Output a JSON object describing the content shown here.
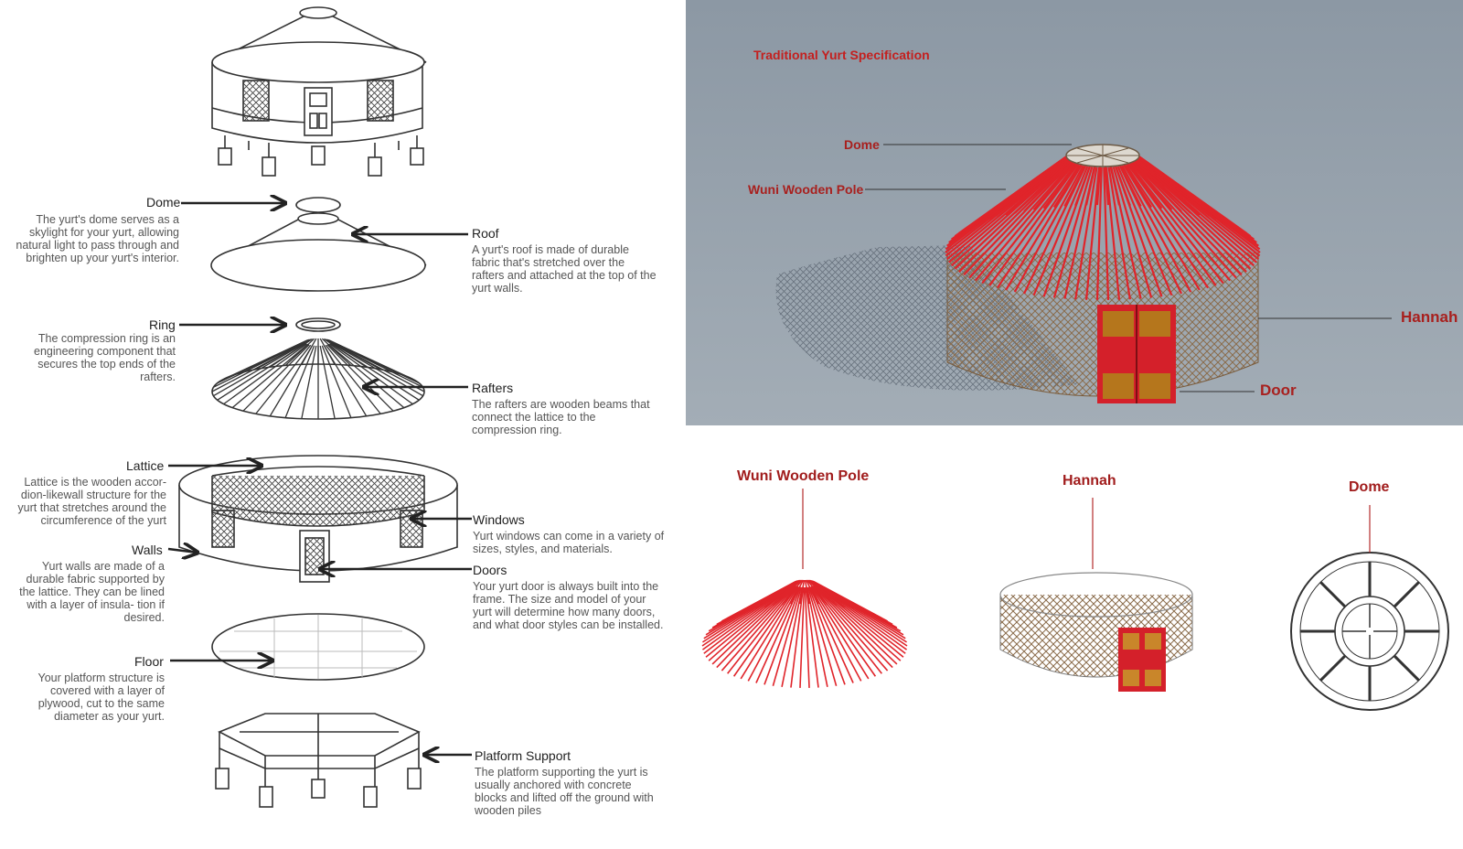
{
  "left_diagram": {
    "parts": [
      {
        "label": "Dome",
        "description": "The yurt's dome serves as a skylight for your yurt, allowing natural light to pass through and brighten up your yurt's interior."
      },
      {
        "label": "Roof",
        "description": "A yurt's roof is made of durable fabric that's stretched over the rafters and attached at the top of the yurt walls."
      },
      {
        "label": "Ring",
        "description": "The compression ring is an engineering component that secures the top ends of the rafters."
      },
      {
        "label": "Rafters",
        "description": "The rafters are wooden beams that connect the lattice to the compression ring."
      },
      {
        "label": "Lattice",
        "description": "Lattice is the wooden accor- dion-likewall structure for the yurt that stretches around the circumference of the yurt"
      },
      {
        "label": "Windows",
        "description": "Yurt windows can come in a variety of sizes, styles, and materials."
      },
      {
        "label": "Walls",
        "description": "Yurt walls are made of a durable fabric supported by the lattice. They can be lined with a layer of insula- tion if desired."
      },
      {
        "label": "Doors",
        "description": "Your yurt door is always built into the frame. The size and model of your yurt will determine how many doors, and what door styles can be installed."
      },
      {
        "label": "Floor",
        "description": "Your platform structure is covered with a layer of plywood, cut to the same diameter as your yurt."
      },
      {
        "label": "Platform Support",
        "description": "The platform supporting the yurt is usually anchored with concrete blocks and lifted off the ground with wooden piles"
      }
    ]
  },
  "spec_panel": {
    "title": "Traditional Yurt Specification",
    "labels": {
      "dome": "Dome",
      "wuni": "Wuni Wooden Pole",
      "hannah": "Hannah",
      "door": "Door"
    },
    "colors": {
      "sky": "#8f9ba6",
      "frame_red": "#e0242a",
      "label_red": "#a8201e"
    }
  },
  "components": [
    {
      "label": "Wuni Wooden Pole"
    },
    {
      "label": "Hannah"
    },
    {
      "label": "Dome"
    }
  ]
}
